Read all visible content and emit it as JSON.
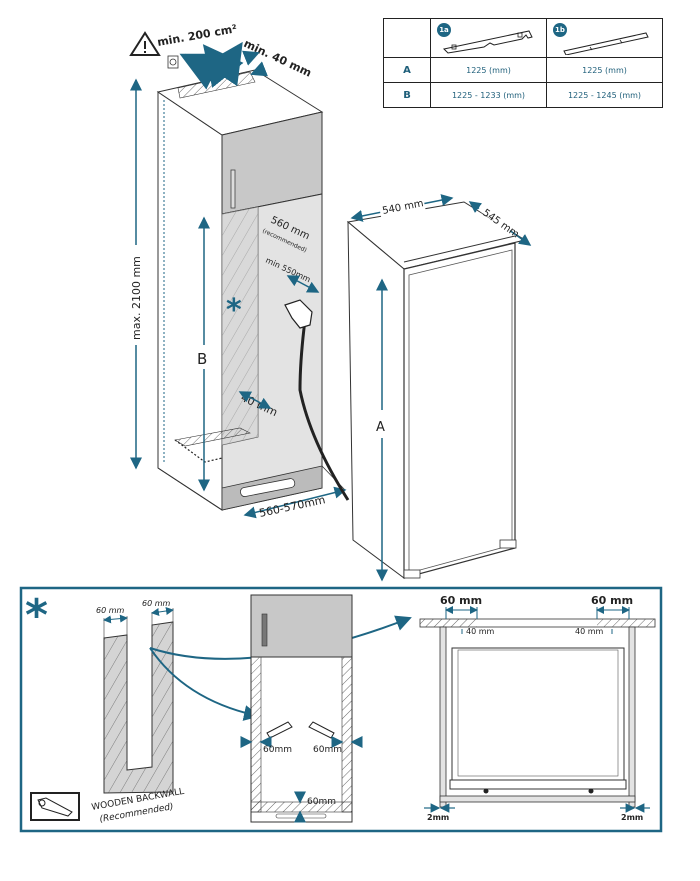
{
  "colors": {
    "accent": "#1e6684",
    "cabinet_gray": "#c8c8c8",
    "panel_gray": "#e3e3e3",
    "line": "#333333"
  },
  "spec_table": {
    "columns": [
      {
        "badge": "1a",
        "icon": "bracket-1a-icon"
      },
      {
        "badge": "1b",
        "icon": "bracket-1b-icon"
      }
    ],
    "rows": [
      {
        "label": "A",
        "values": [
          "1225 (mm)",
          "1225 (mm)"
        ]
      },
      {
        "label": "B",
        "values": [
          "1225 - 1233 (mm)",
          "1225 - 1245 (mm)"
        ]
      }
    ]
  },
  "cabinet": {
    "vent_area": "min. 200 cm²",
    "top_gap": "min. 40 mm",
    "height_label": "max. 2100 mm",
    "depth_label": "560 mm",
    "depth_note": "(recommended)",
    "min_depth_label": "min 550mm",
    "dimension_b": "B",
    "backwall_gap": "40 mm",
    "width_label": "560-570mm",
    "asterisk": "*"
  },
  "appliance": {
    "width_label": "540 mm",
    "depth_label": "545 mm",
    "dimension_a": "A"
  },
  "detail_panel": {
    "asterisk": "*",
    "backwall": {
      "left_gap": "60 mm",
      "right_gap": "60 mm",
      "caption_line1": "WOODEN BACKWALL",
      "caption_line2": "(Recommended)",
      "tool_icon": "saw-icon"
    },
    "front_view": {
      "left_gap": "60mm",
      "right_gap": "60mm",
      "bottom_gap": "60mm"
    },
    "section_view": {
      "top_left": "60 mm",
      "top_right": "60 mm",
      "inner_left": "40 mm",
      "inner_right": "40 mm",
      "bottom_left": "2mm",
      "bottom_right": "2mm"
    }
  }
}
